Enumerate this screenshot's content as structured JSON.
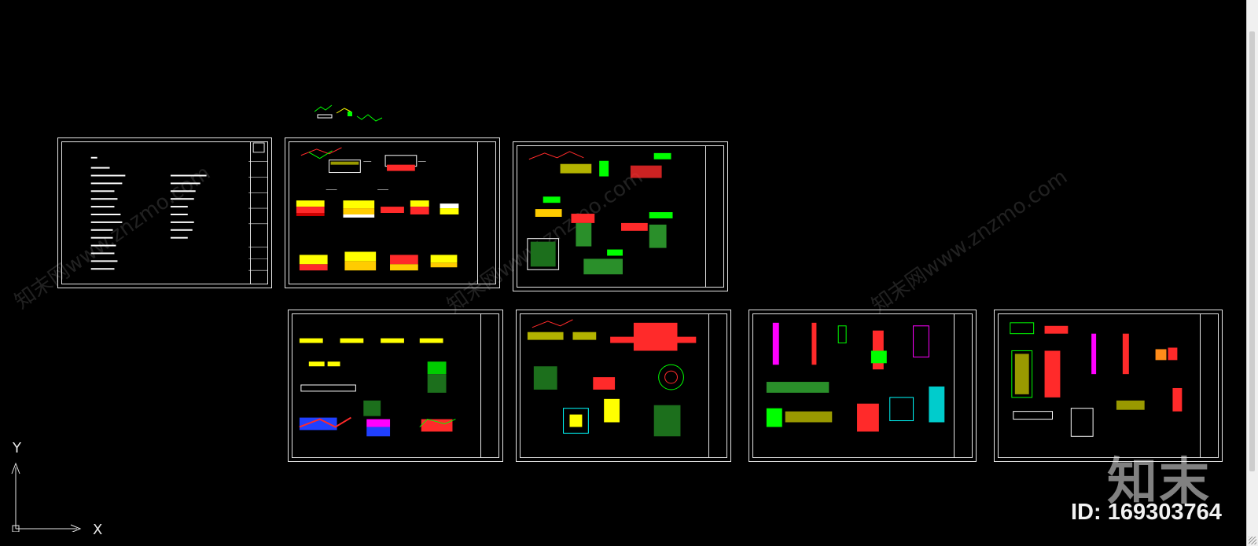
{
  "canvas": {
    "background": "#000000",
    "line_color": "#e6e6e6"
  },
  "watermark": {
    "text": "知末网www.znzmo.com",
    "color": "rgba(255,255,255,0.13)"
  },
  "logo": {
    "text": "知末"
  },
  "id_label": {
    "text": "ID: 169303764"
  },
  "axis": {
    "y_label": "Y",
    "x_label": "X"
  },
  "sheets": [
    {
      "label": "index-sheet",
      "index_items": [
        "目录",
        "■■■■■",
        "■■■■■■■■■■",
        "■■■■■■■■■■",
        "■■■■■■■■",
        "■■■■■■■■",
        "■■■■■■■■",
        "■■■■■■■■■■",
        "■■■■■■■■■■",
        "■■■■■■■■",
        "■■■■■■■■",
        "■■■■■■■■",
        "■■■■■■■■",
        "■■■■■■■■",
        "■■■■■■■■"
      ]
    },
    {
      "label": "paving-details-sheet"
    },
    {
      "label": "planter-details-sheet"
    },
    {
      "label": "step-details-sheet"
    },
    {
      "label": "tree-pit-details-sheet"
    },
    {
      "label": "wall-details-sheet"
    },
    {
      "label": "feature-details-sheet"
    }
  ],
  "palette": {
    "yellow": "#ffff00",
    "red": "#ff2a2a",
    "green": "#00ff00",
    "cyan": "#00ffff",
    "magenta": "#ff00ff",
    "blue": "#2040ff",
    "orange": "#ff8c1a",
    "white": "#ffffff"
  }
}
